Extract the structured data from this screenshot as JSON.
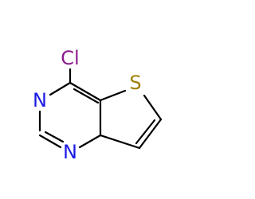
{
  "molecule": {
    "atoms": {
      "chlorine": {
        "label": "Cl",
        "color": "#8B1A8B"
      },
      "nitrogen_top": {
        "label": "N",
        "color": "#1A1AE6"
      },
      "nitrogen_bottom": {
        "label": "N",
        "color": "#1A1AE6"
      },
      "sulfur": {
        "label": "S",
        "color": "#A08000"
      }
    },
    "bond_color": "#000000"
  }
}
